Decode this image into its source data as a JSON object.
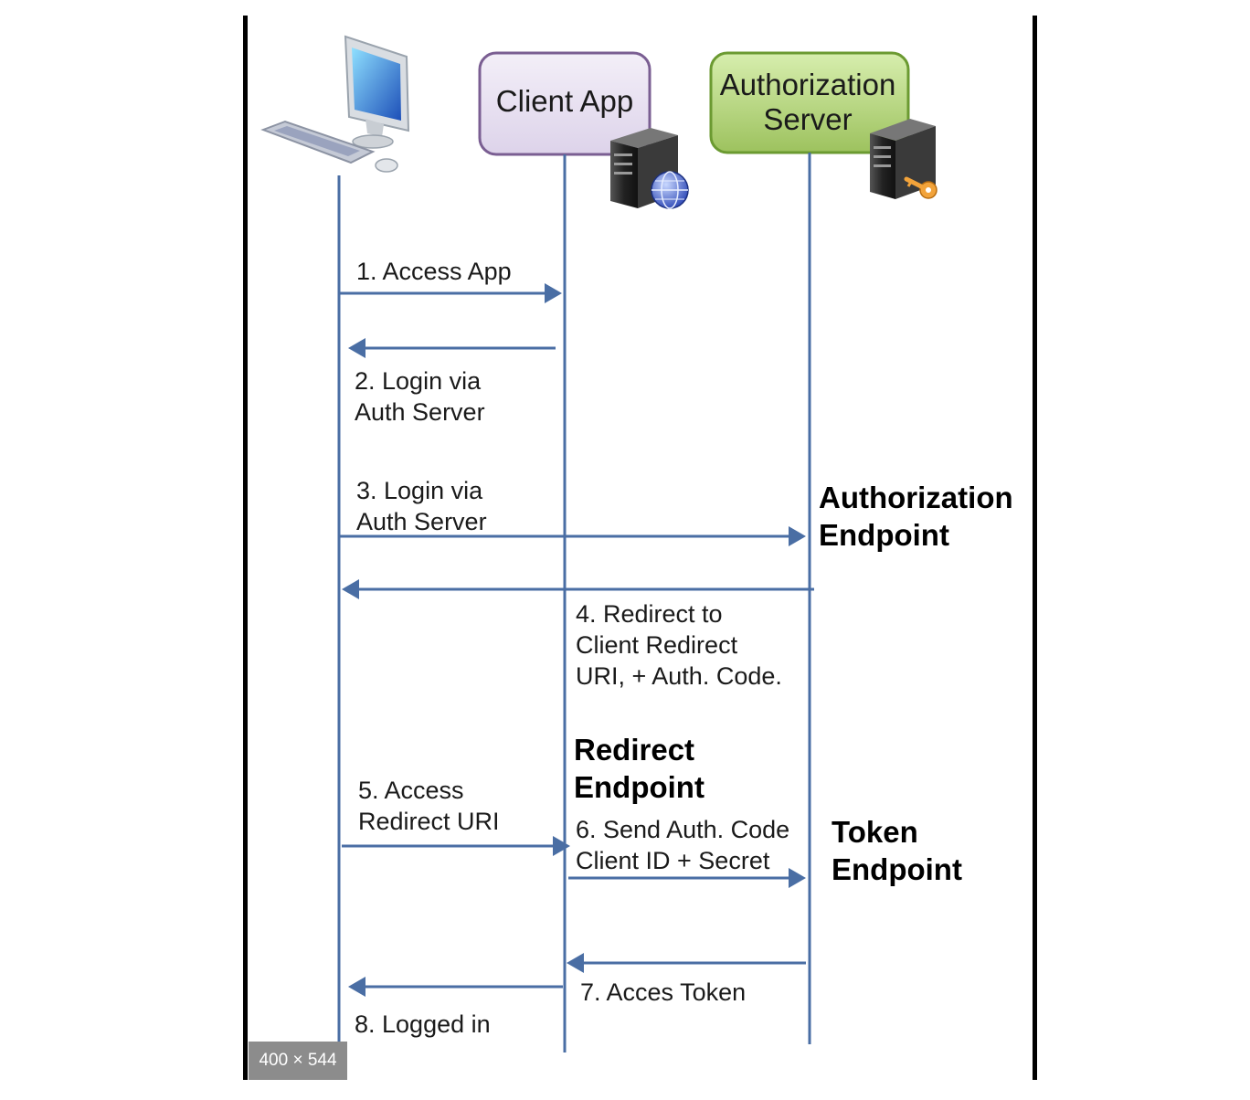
{
  "participants": {
    "client_app": "Client App",
    "auth_server": "Authorization\nServer"
  },
  "endpoints": {
    "authorization": "Authorization\nEndpoint",
    "redirect": "Redirect\nEndpoint",
    "token": "Token\nEndpoint"
  },
  "messages": [
    {
      "label": "1. Access App"
    },
    {
      "label": "2. Login via\nAuth Server"
    },
    {
      "label": "3. Login via\nAuth Server"
    },
    {
      "label": "4. Redirect to\nClient Redirect\nURI, + Auth. Code."
    },
    {
      "label": "5. Access\nRedirect URI"
    },
    {
      "label": "6. Send Auth. Code\nClient ID + Secret"
    },
    {
      "label": "7. Acces Token"
    },
    {
      "label": "8. Logged in"
    }
  ],
  "image_badge": "400 × 544",
  "icons": {
    "user": "desktop-computer-icon",
    "client": "web-server-globe-icon",
    "auth": "server-key-icon"
  },
  "colors": {
    "lifeline": "#4a6ea4",
    "client_box_fill": "#e6dff0",
    "client_box_stroke": "#7a5e92",
    "auth_box_fill": "#b4d17a",
    "auth_box_stroke": "#6b9a31"
  }
}
